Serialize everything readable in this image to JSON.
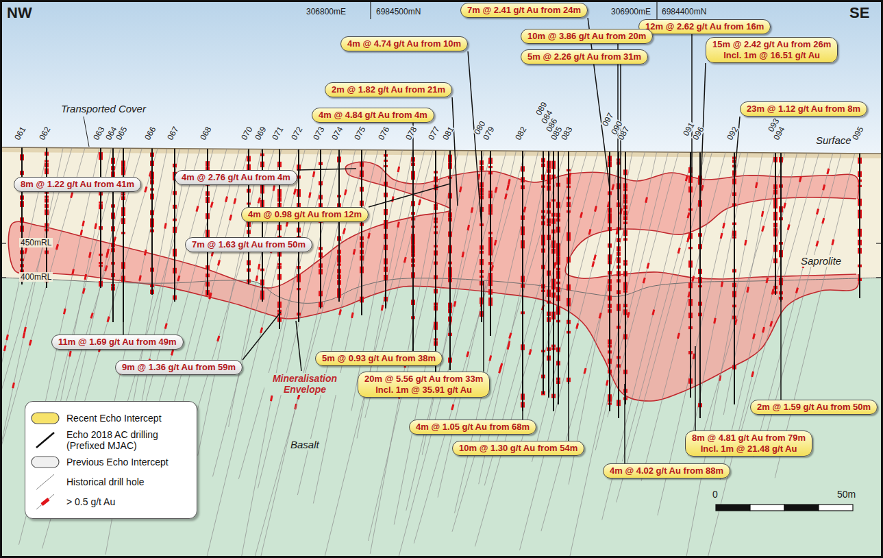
{
  "diagram": {
    "nodes": [
      {
        "text": [
          "7m @ 2.41 g/t Au from 24m"
        ]
      },
      {
        "text": [
          "12m @ 2.62 g/t Au from 16m"
        ]
      },
      {
        "text": [
          "10m @ 3.86 g/t Au from 20m"
        ]
      },
      {
        "text": [
          "4m @ 4.74 g/t Au from 10m"
        ]
      },
      {
        "text": [
          "15m @ 2.42 g/t Au from 26m",
          "Incl. 1m @ 16.51 g/t Au"
        ]
      },
      {
        "text": [
          "5m @ 2.26 g/t Au from 31m"
        ]
      },
      {
        "text": [
          "2m @ 1.82 g/t Au from 21m"
        ]
      },
      {
        "text": [
          "23m @ 1.12 g/t Au from 8m"
        ]
      },
      {
        "text": [
          "4m @ 4.84 g/t Au from 4m"
        ]
      },
      {
        "text": [
          "4m @ 2.76 g/t Au from 4m"
        ]
      },
      {
        "text": [
          "8m @ 1.22 g/t Au from 41m"
        ]
      },
      {
        "text": [
          "4m @ 0.98 g/t Au from 12m"
        ]
      },
      {
        "text": [
          "7m @ 1.63 g/t Au from 50m"
        ]
      },
      {
        "text": [
          "11m @ 1.69 g/t Au from 49m"
        ]
      },
      {
        "text": [
          "5m @ 0.93 g/t Au from 38m"
        ]
      },
      {
        "text": [
          "9m @ 1.36 g/t Au from 59m"
        ]
      },
      {
        "text": [
          "20m @ 5.56 g/t Au from 33m",
          "Incl. 1m @ 35.91 g/t Au"
        ]
      },
      {
        "text": [
          "2m @ 1.59 g/t Au from 50m"
        ]
      },
      {
        "text": [
          "4m @ 1.05 g/t Au from 68m"
        ]
      },
      {
        "text": [
          "4m @ 4.02 g/t Au from 88m"
        ]
      },
      {
        "text": [
          "8m @ 4.81 g/t Au from 79m",
          "Incl. 1m @ 21.48 g/t Au"
        ]
      },
      {
        "text": [
          "10m @ 1.30 g/t Au from 54m"
        ]
      }
    ],
    "labels": [
      "NW",
      "306800mE",
      "6984500mN",
      "306900mE",
      "6984400mN",
      "SE",
      "Transported Cover",
      "061",
      "062",
      "063",
      "064",
      "065",
      "066",
      "067",
      "068",
      "070",
      "069",
      "071",
      "072",
      "073",
      "074",
      "075",
      "076",
      "078",
      "077",
      "081",
      "080",
      "079",
      "082",
      "089",
      "084",
      "086",
      "085",
      "083",
      "097",
      "090",
      "087",
      "091",
      "096",
      "092",
      "093",
      "094",
      "095",
      "Surface",
      "450mRL",
      "Saprolite",
      "400mRL",
      "Mineralisation Envelope",
      "Basalt",
      "0",
      "50m"
    ],
    "legend": [
      {
        "text": "Recent Echo Intercept",
        "color": "#f7e36a"
      },
      {
        "text": "Echo 2018 AC drilling (Prefixed MJAC)"
      },
      {
        "text": "Previous Echo Intercept",
        "color": "#f0f0f0"
      },
      {
        "text": "Historical drill hole"
      },
      {
        "text": "> 0.5 g/t Au"
      }
    ]
  }
}
